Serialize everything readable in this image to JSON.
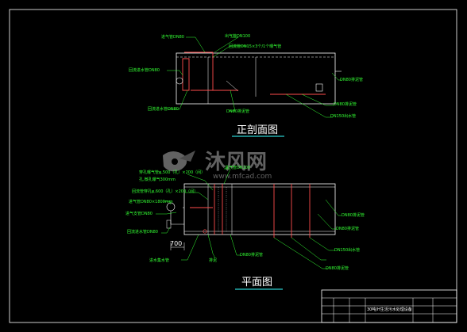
{
  "section_view": {
    "title": "正剖面图",
    "labels": {
      "a": "进气管DN80",
      "b": "出气管DN100",
      "c": "回流管DN15×3个/1个曝气管",
      "d": "回流进水管DN80",
      "e": "DN80排泥管",
      "f": "DN80排泥管",
      "g": "回流进水管DN80",
      "h": "DN150出水管",
      "i": "DN80排泥管"
    }
  },
  "plan_view": {
    "title": "平面图",
    "labels": {
      "a": "穿孔曝气管φ,500（孔）×200（间）",
      "b": "孔,微孔曝气300mm",
      "c": "进气管DN100",
      "d": "回流管穿孔φ,600（孔）×200（间）",
      "e": "进气管DN80×1800mm",
      "f": "进气支管DN80",
      "g": "回流进水管DN80",
      "h": "进水集水管",
      "i": "排泥",
      "j": "DN80排泥管",
      "k": "DN80排泥管",
      "l": "DN80排泥管",
      "m": "DN150出水管",
      "n": "DN80排泥管"
    },
    "dimension": "700"
  },
  "watermark": {
    "text": "沐风网",
    "url": "www.mfcad.com"
  },
  "title_block": {
    "caption": "30吨/H生活污水处理设备"
  },
  "colors": {
    "background": "#000000",
    "label": "#33ff33",
    "outline": "#ffffff",
    "pipe": "#ff4d4d"
  }
}
